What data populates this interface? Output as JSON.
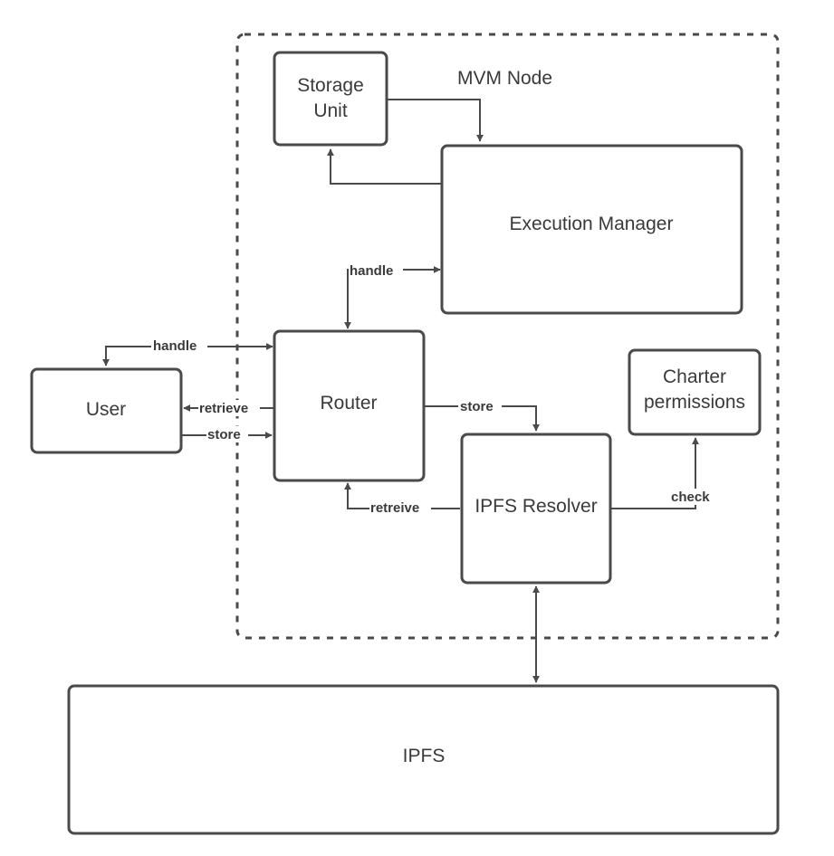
{
  "diagram": {
    "container_label": "MVM Node",
    "nodes": {
      "storage_unit": [
        "Storage",
        "Unit"
      ],
      "execution_manager": "Execution Manager",
      "router": "Router",
      "user": "User",
      "charter_permissions": [
        "Charter",
        "permissions"
      ],
      "ipfs_resolver": "IPFS Resolver",
      "ipfs": "IPFS"
    },
    "edges": {
      "router_execution_handle": "handle",
      "user_router_handle": "handle",
      "router_user_retrieve": "retrieve",
      "user_router_store": "store",
      "router_resolver_store": "store",
      "resolver_router_retreive": "retreive",
      "resolver_charter_check": "check"
    },
    "colors": {
      "stroke": "#4a4a4a",
      "text": "#3a3a3a",
      "background": "#ffffff"
    }
  }
}
